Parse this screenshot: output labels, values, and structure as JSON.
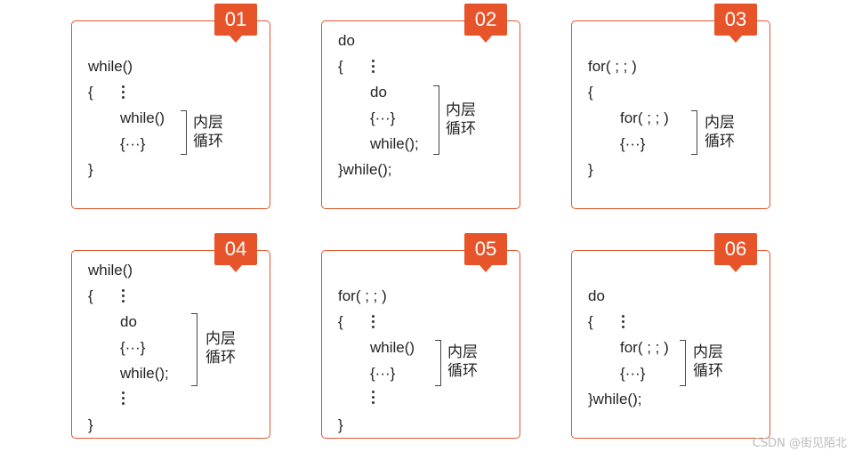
{
  "cards": [
    {
      "badge": "01",
      "lines": [
        "while()",
        "{",
        "while()",
        "{···}",
        "}"
      ],
      "label": [
        "内层",
        "循环"
      ]
    },
    {
      "badge": "02",
      "lines": [
        "do",
        "{",
        "do",
        "{···}",
        "while();",
        "}while();"
      ],
      "label": [
        "内层",
        "循环"
      ]
    },
    {
      "badge": "03",
      "lines": [
        "for( ; ; )",
        "{",
        "for( ; ; )",
        "{···}",
        "}"
      ],
      "label": [
        "内层",
        "循环"
      ]
    },
    {
      "badge": "04",
      "lines": [
        "while()",
        "{",
        "do",
        "{···}",
        "while();",
        "}"
      ],
      "label": [
        "内层",
        "循环"
      ]
    },
    {
      "badge": "05",
      "lines": [
        "for( ; ; )",
        "{",
        "while()",
        "{···}",
        "}"
      ],
      "label": [
        "内层",
        "循环"
      ]
    },
    {
      "badge": "06",
      "lines": [
        "do",
        "{",
        "for( ; ; )",
        "{···}",
        "}while();"
      ],
      "label": [
        "内层",
        "循环"
      ]
    }
  ],
  "watermark": "CSDN @街见陌北"
}
